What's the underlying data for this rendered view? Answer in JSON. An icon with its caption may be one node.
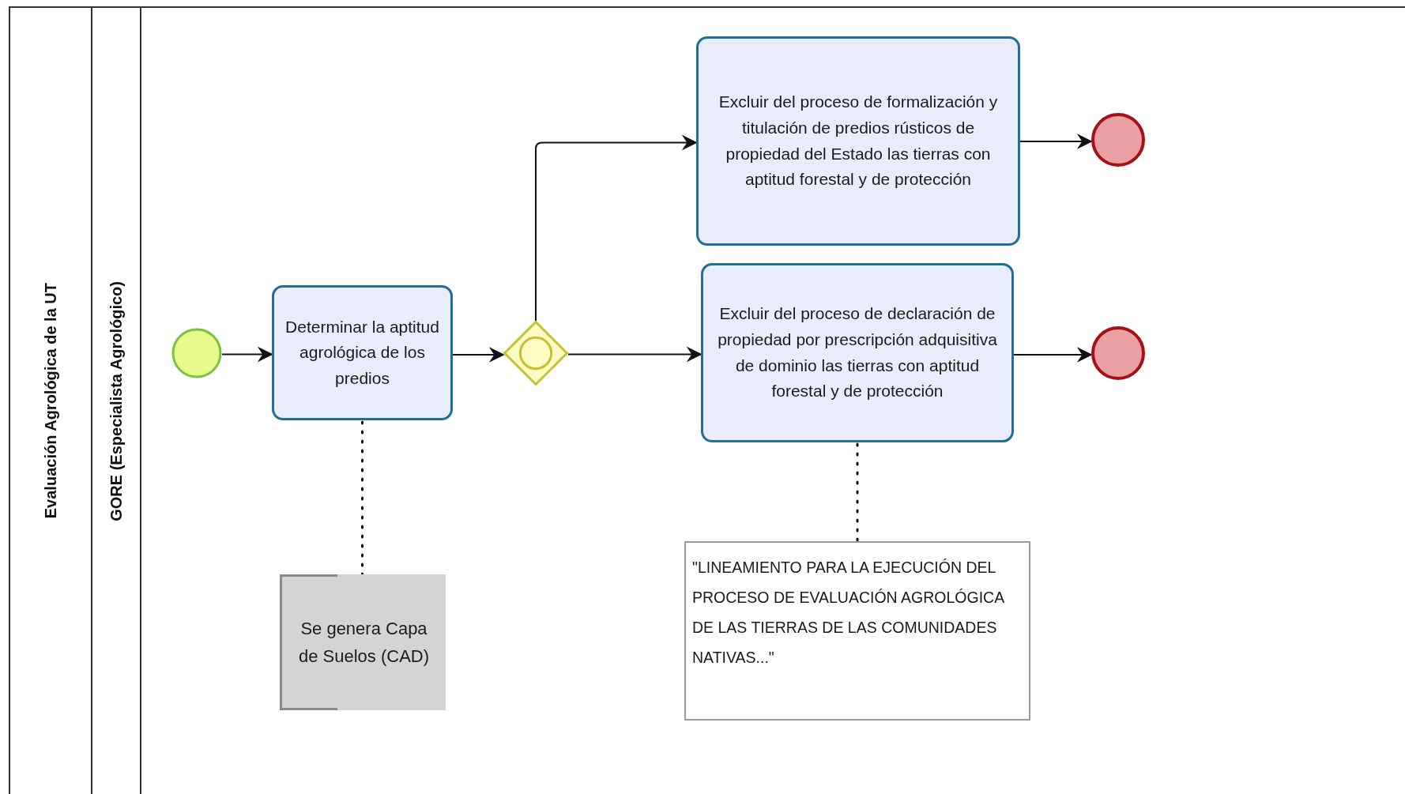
{
  "diagram": {
    "nodes": [
      {
        "text": [
          "Evaluación Agrológica de la UT"
        ]
      },
      {
        "text": [
          "GORE (Especialista Agrológico)"
        ],
        "in": 0
      },
      {
        "text": [],
        "shape": "circle",
        "in": 1
      },
      {
        "text": [
          "Determinar la aptitud agrológica de los predios"
        ],
        "in": 1
      },
      {
        "text": [],
        "shape": "diamond",
        "in": 1
      },
      {
        "text": [
          "Excluir del proceso de formalización y titulación de predios rústicos de propiedad del Estado las tierras con aptitud forestal y de protección"
        ],
        "in": 1
      },
      {
        "text": [],
        "shape": "circle",
        "in": 1
      },
      {
        "text": [
          "Excluir del proceso de declaración de propiedad por prescripción adquisitiva de dominio las tierras con aptitud forestal y de protección"
        ],
        "in": 1
      },
      {
        "text": [],
        "shape": "circle",
        "in": 1
      },
      {
        "text": [
          "Se genera Capa de Suelos (CAD)"
        ],
        "in": 1
      },
      {
        "text": [
          "\"LINEAMIENTO PARA LA EJECUCIÓN DEL PROCESO DE EVALUACIÓN AGROLÓGICA DE LAS TIERRAS DE LAS COMUNIDADES NATIVAS...\""
        ],
        "in": 1
      }
    ],
    "edges": [
      {
        "from": 2,
        "to": 3,
        "arrow": "to"
      },
      {
        "from": 3,
        "to": 4,
        "arrow": "to"
      },
      {
        "from": 4,
        "to": 5,
        "arrow": "to"
      },
      {
        "from": 4,
        "to": 7,
        "arrow": "to"
      },
      {
        "from": 5,
        "to": 6,
        "arrow": "to"
      },
      {
        "from": 7,
        "to": 8,
        "arrow": "to"
      },
      {
        "from": 3,
        "to": 9,
        "arrow": "none",
        "style": "dashed"
      },
      {
        "from": 7,
        "to": 10,
        "arrow": "none",
        "style": "dashed"
      }
    ]
  }
}
